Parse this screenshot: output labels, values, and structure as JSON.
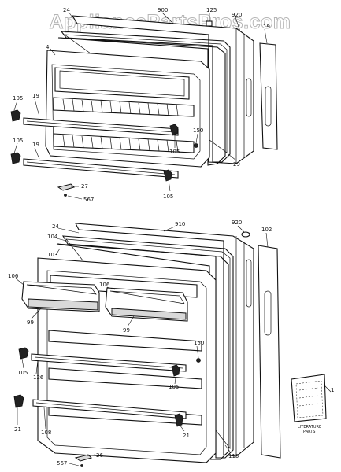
{
  "watermark": "AppliancePartsPros.com",
  "top_door": {
    "callouts": {
      "c24": "24",
      "c900": "900",
      "c125": "125",
      "c920": "920",
      "c19_top": "19",
      "c4": "4",
      "c105_a": "105",
      "c19_a": "19",
      "c105_b": "105",
      "c19_b": "19",
      "c150": "150",
      "c105_c": "105",
      "c29": "29",
      "c27": "27",
      "c567": "567",
      "c105_d": "105"
    }
  },
  "bottom_door": {
    "callouts": {
      "c910": "910",
      "c920": "920",
      "c102": "102",
      "c24": "24",
      "c104": "104",
      "c103": "103",
      "c106_a": "106",
      "c106_b": "106",
      "c99_a": "99",
      "c99_b": "99",
      "c105_a": "105",
      "c126": "126",
      "c150": "150",
      "c105_b": "105",
      "c21_a": "21",
      "c108": "108",
      "c21_b": "21",
      "c115": "115",
      "c26": "26",
      "c567": "567",
      "c1": "1"
    },
    "literature_label_line1": "LITERATURE",
    "literature_label_line2": "PARTS"
  }
}
